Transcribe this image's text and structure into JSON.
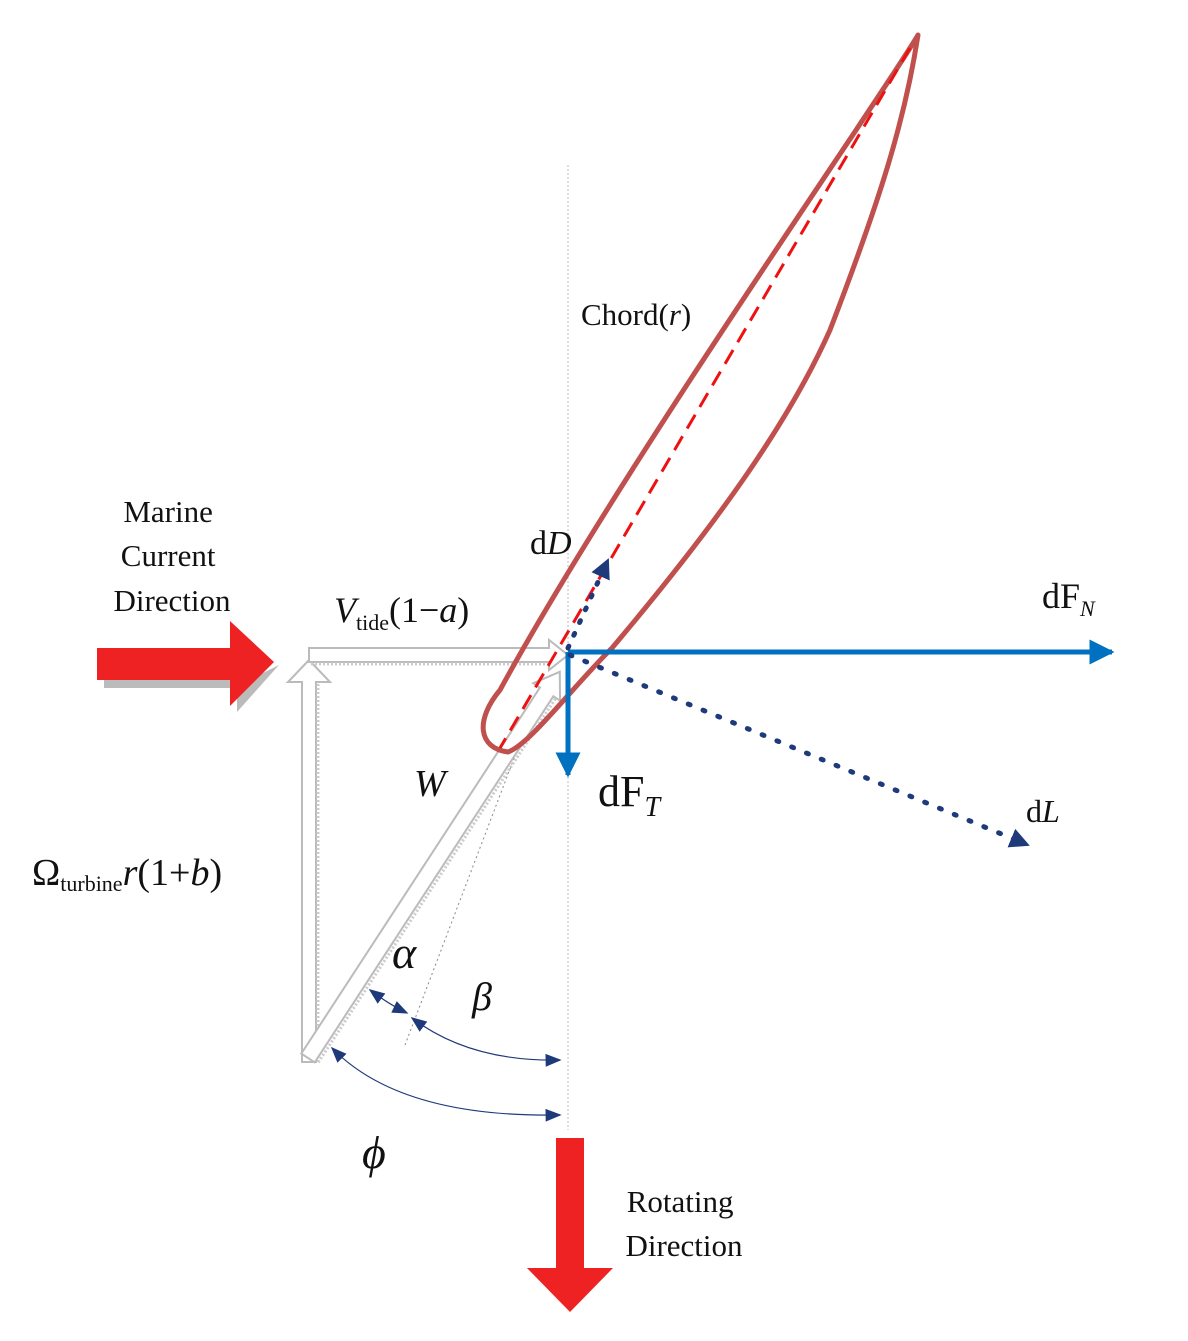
{
  "labels": {
    "marine_current": [
      "Marine",
      "Current",
      "Direction"
    ],
    "rotating": [
      "Rotating",
      "Direction"
    ],
    "chord_text": "Chord(",
    "chord_var": "r",
    "chord_close": ")",
    "v_tide_var": "V",
    "v_tide_sub": "tide",
    "v_tide_rest": "(1−",
    "v_tide_a": "a",
    "v_tide_close": ")",
    "omega_sym": "Ω",
    "omega_sub": "turbine",
    "omega_r": "r",
    "omega_rest": "(1+",
    "omega_b": "b",
    "omega_close": ")",
    "W": "W",
    "alpha": "α",
    "beta": "β",
    "phi": "ϕ",
    "dD_d": "d",
    "dD_var": "D",
    "dL_d": "d",
    "dL_var": "L",
    "dFN_d": "dF",
    "dFN_sub": "N",
    "dFT_d": "dF",
    "dFT_sub": "T"
  },
  "colors": {
    "red_arrow": "#ee2222",
    "blade_outline": "#c0504d",
    "chord_dash": "#ee1111",
    "force_blue": "#0070c0",
    "dark_blue": "#1f3a7a"
  }
}
